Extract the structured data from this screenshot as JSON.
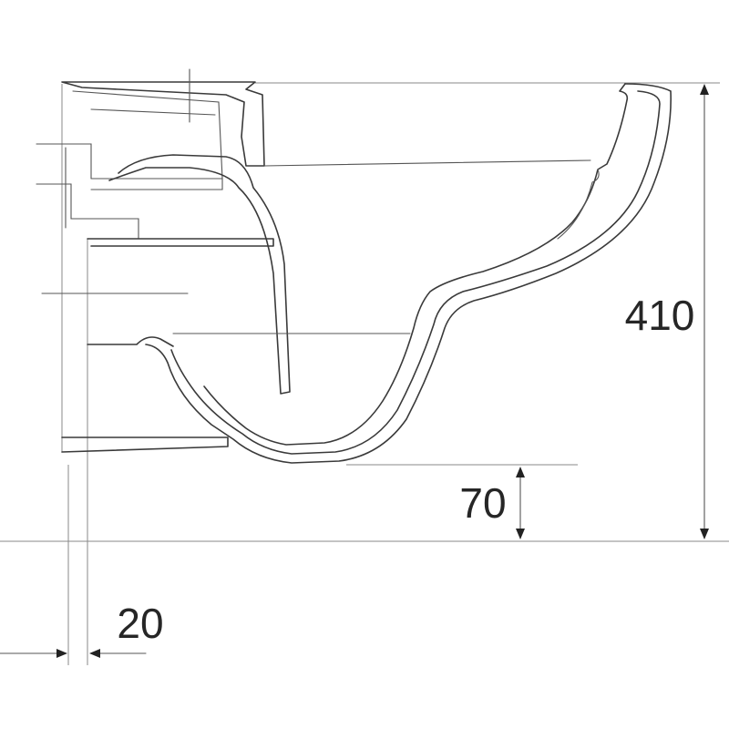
{
  "dimensions": {
    "height": {
      "value": "410"
    },
    "floor_clearance": {
      "value": "70"
    },
    "wall_gap": {
      "value": "20"
    }
  },
  "colors": {
    "line": "#3a3a3a",
    "text": "#262626",
    "background": "#ffffff"
  }
}
